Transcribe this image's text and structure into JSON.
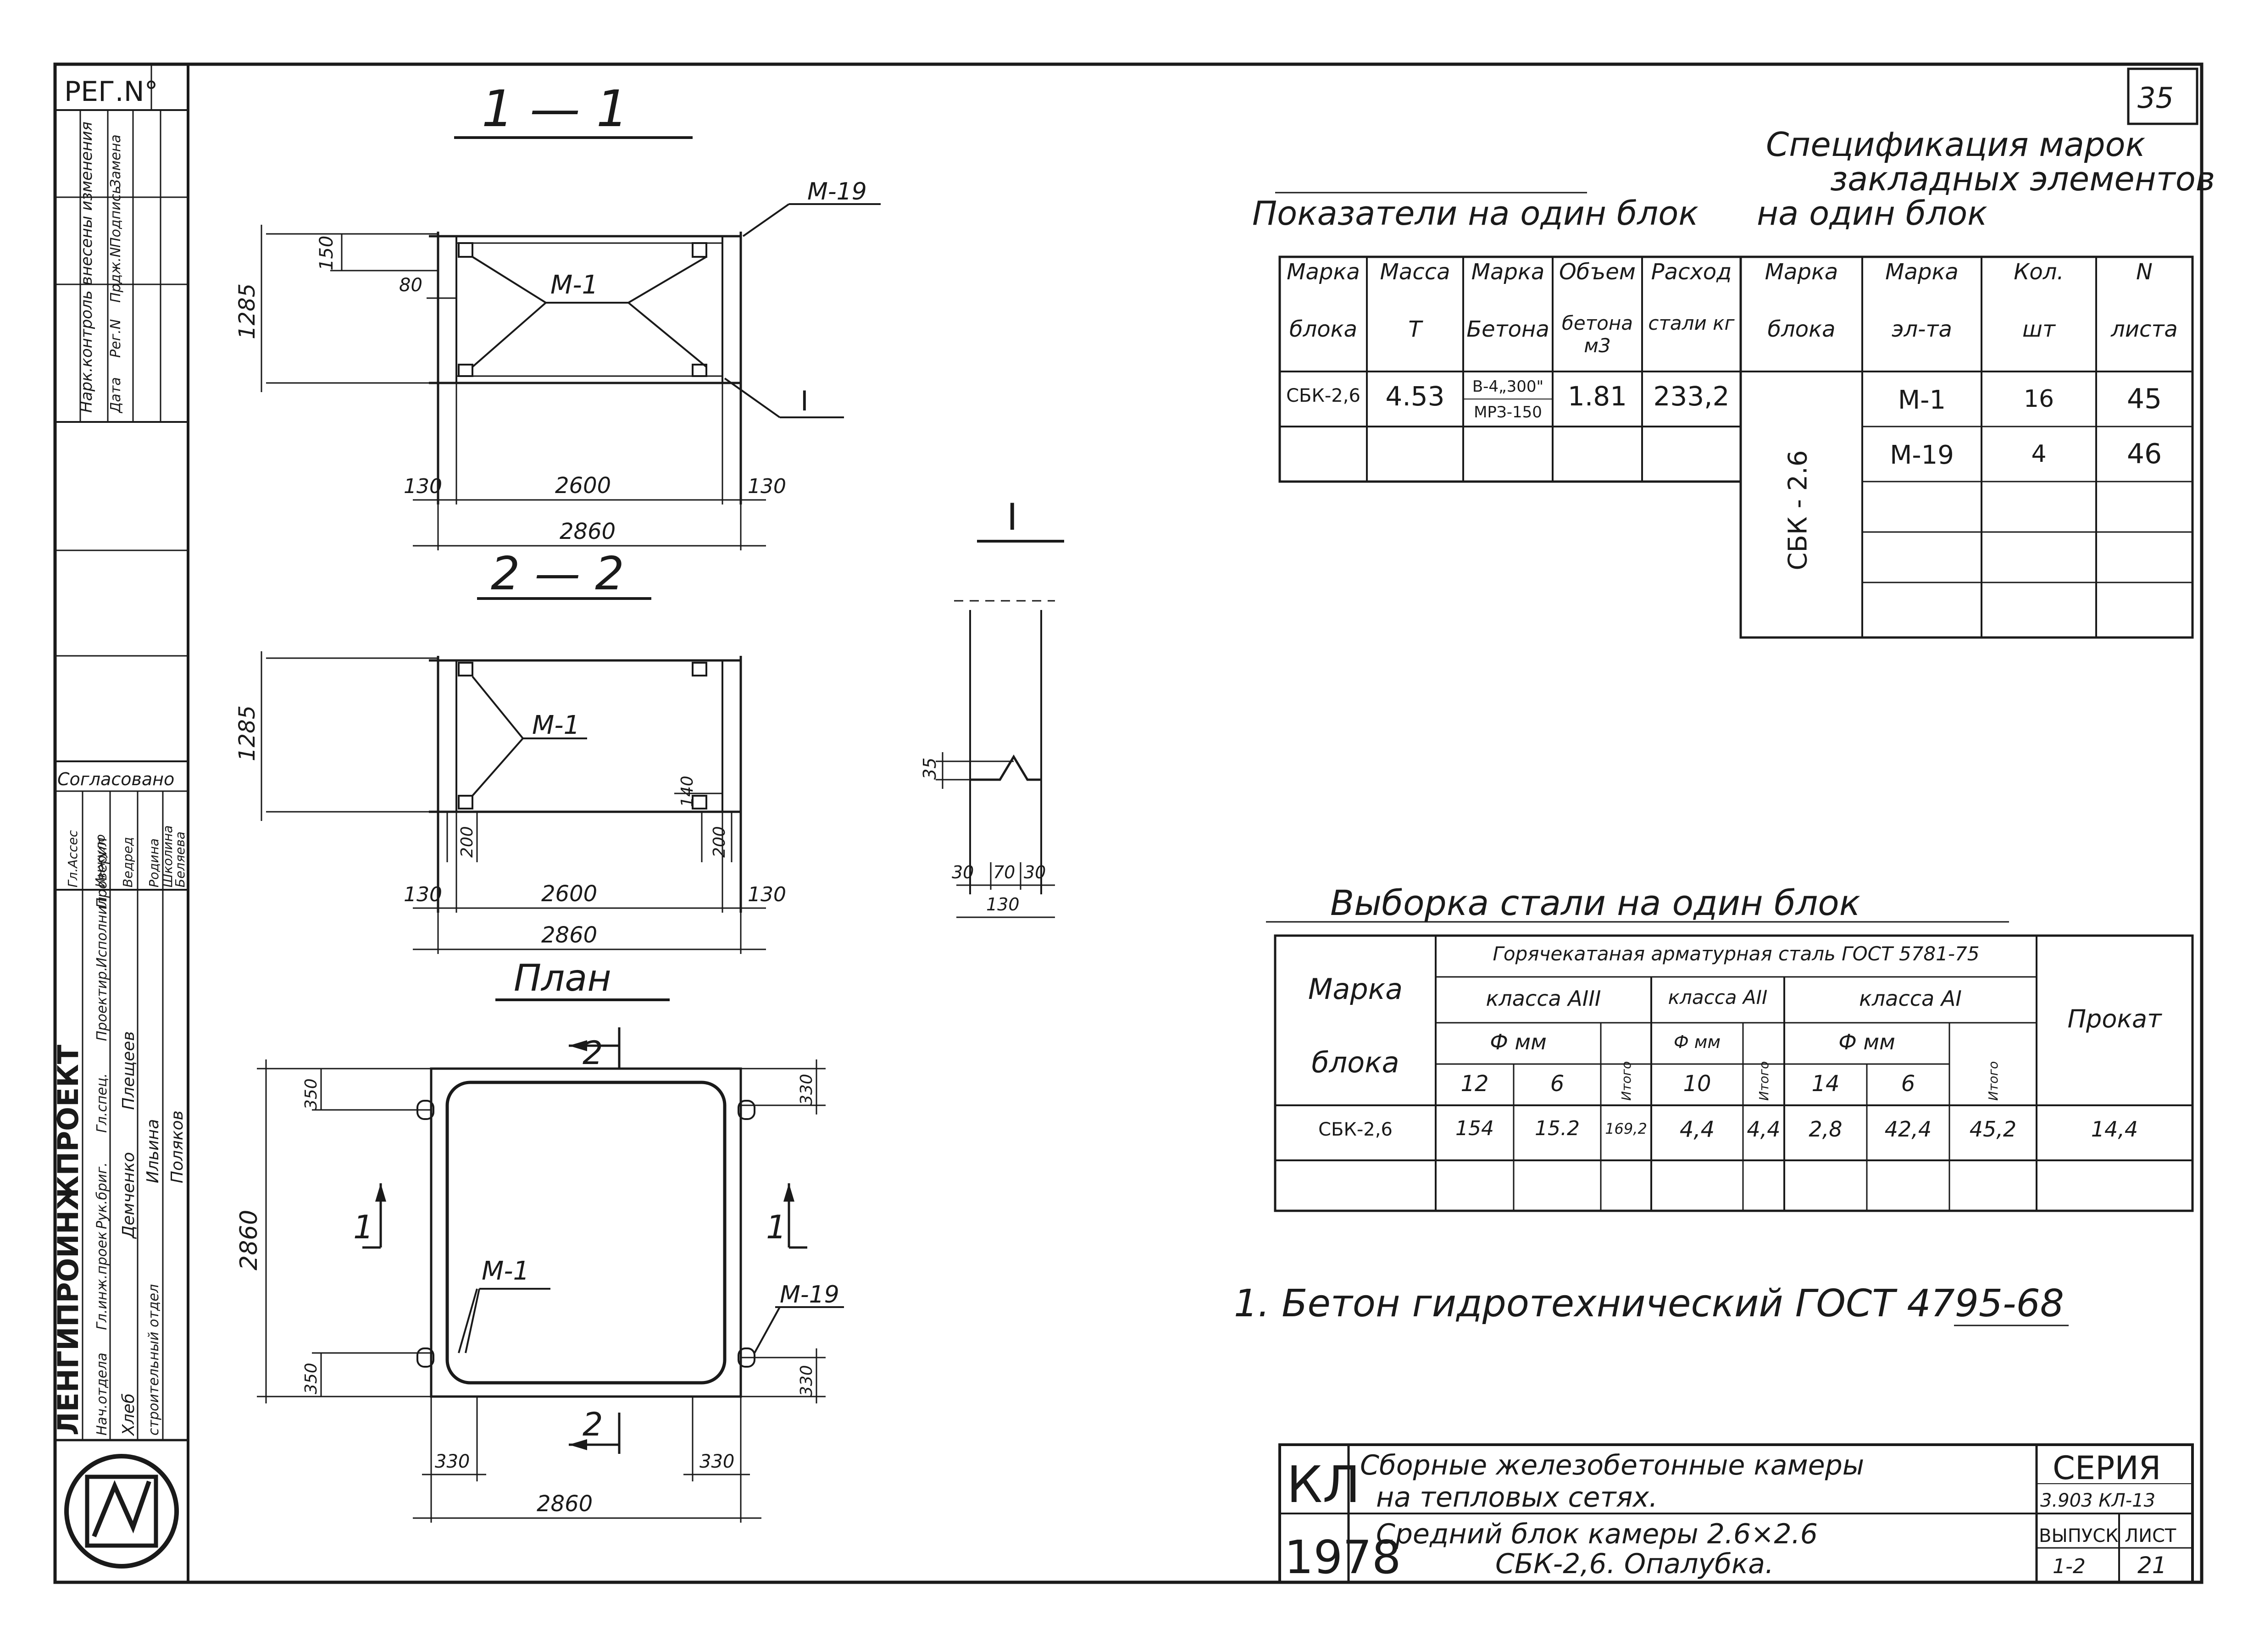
{
  "sheet_number": "35",
  "reg_label": "PEГ.N°",
  "side_stamp": {
    "changes_header": "Нарк.контроль внесены изменения",
    "changes_cols": [
      "Дата",
      "Рег.N",
      "Прдж.N",
      "Подпись",
      "Замена"
    ],
    "agreed": "Согласовано",
    "agreed_rows": [
      "Гл.Ассес",
      "Инжуло",
      "Ведред",
      "Родина",
      "Школина",
      "Беляева"
    ],
    "org": "ЛЕНГИПРОИНЖПРОЕКТ",
    "roles": [
      "Нач.отдела",
      "Гл.инж.проек",
      "Рук.бриг.",
      "Гл.спец.",
      "Проектир.",
      "Исполнил",
      "Проверил"
    ],
    "people": [
      "Хлеб",
      "Демченко",
      "Плещеев",
      "строительный отдел",
      "Ильина",
      "Поляков"
    ]
  },
  "views": {
    "section_1_title": "1 — 1",
    "section_2_title": "2 — 2",
    "plan_title": "План",
    "detail_title": "I",
    "detail_callout": "I",
    "mark_m1": "M-1",
    "mark_m19": "M-19",
    "dims": {
      "h1285": "1285",
      "d150": "150",
      "d80": "80",
      "d130": "130",
      "d2600": "2600",
      "d2860": "2860",
      "d200": "200",
      "d140": "140",
      "d350": "350",
      "d330": "330",
      "d2860v": "2860",
      "d35": "35",
      "d30": "30",
      "d70": "70",
      "d130b": "130"
    },
    "section_arrow_1": "1",
    "section_arrow_2": "2"
  },
  "indicators": {
    "title": "Показатели на один блок",
    "headers_top": [
      "Марка",
      "Масса",
      "Марка",
      "Объем",
      "Расход"
    ],
    "headers_bottom": [
      "блока",
      "Т",
      "Бетона",
      "бетона м3",
      "стали кг"
    ],
    "rows": [
      [
        "СБК-2,6",
        "4.53",
        "В-4„300\" МРЗ-150",
        "1.81",
        "233,2"
      ],
      [
        "",
        "",
        "",
        "",
        ""
      ]
    ]
  },
  "spec": {
    "title_line1": "Спецификация марок",
    "title_line2": "закладных элементов",
    "title_line3": "на один блок",
    "headers_top": [
      "Марка",
      "Марка",
      "Кол.",
      "N"
    ],
    "headers_bottom": [
      "блока",
      "эл-та",
      "шт",
      "листа"
    ],
    "block": "СБК - 2.6",
    "rows": [
      [
        "M-1",
        "16",
        "45"
      ],
      [
        "M-19",
        "4",
        "46"
      ],
      [
        "",
        "",
        ""
      ],
      [
        "",
        "",
        ""
      ],
      [
        "",
        "",
        ""
      ]
    ]
  },
  "steel": {
    "title": "Выборка стали на один блок",
    "group_header": "Горячекатаная арматурная сталь ГОСТ 5781-75",
    "col_mark_top": "Марка",
    "col_mark_bottom": "блока",
    "class3": "класса АIII",
    "class2": "класса АII",
    "class1": "класса АI",
    "phi_mm": "Ф мм",
    "itogo": "Итого",
    "prokat": "Прокат",
    "diams": [
      "12",
      "6",
      "10",
      "14",
      "6"
    ],
    "row": [
      "СБК-2,6",
      "154",
      "15.2",
      "169,2",
      "4,4",
      "4,4",
      "2,8",
      "42,4",
      "45,2",
      "14,4"
    ]
  },
  "note": "1. Бетон гидротехнический ГОСТ 4795-68",
  "title_block": {
    "code": "КЛ",
    "year": "1978",
    "line1": "Сборные железобетонные камеры",
    "line2": "на тепловых сетях.",
    "line3": "Средний блок камеры 2.6×2.6",
    "line4": "СБК-2,6. Опалубка.",
    "series_label": "СЕРИЯ",
    "series_value": "3.903 КЛ-13",
    "issue_label": "ВЫПУСК",
    "issue_value": "1-2",
    "sheet_label": "ЛИСТ",
    "sheet_value": "21"
  }
}
